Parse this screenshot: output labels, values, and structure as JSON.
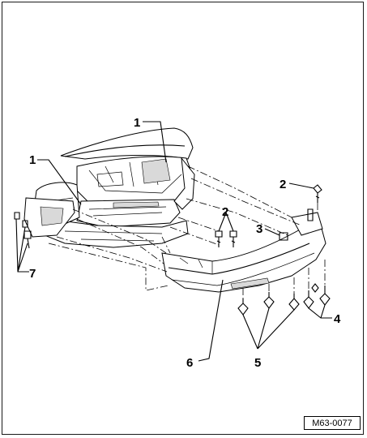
{
  "figure_ref": "M63-0077",
  "callouts": [
    {
      "id": "c1a",
      "label": "1"
    },
    {
      "id": "c1b",
      "label": "1"
    },
    {
      "id": "c2a",
      "label": "2"
    },
    {
      "id": "c2b",
      "label": "2"
    },
    {
      "id": "c3",
      "label": "3"
    },
    {
      "id": "c4",
      "label": "4"
    },
    {
      "id": "c5",
      "label": "5"
    },
    {
      "id": "c6",
      "label": "6"
    },
    {
      "id": "c7",
      "label": "7"
    }
  ]
}
